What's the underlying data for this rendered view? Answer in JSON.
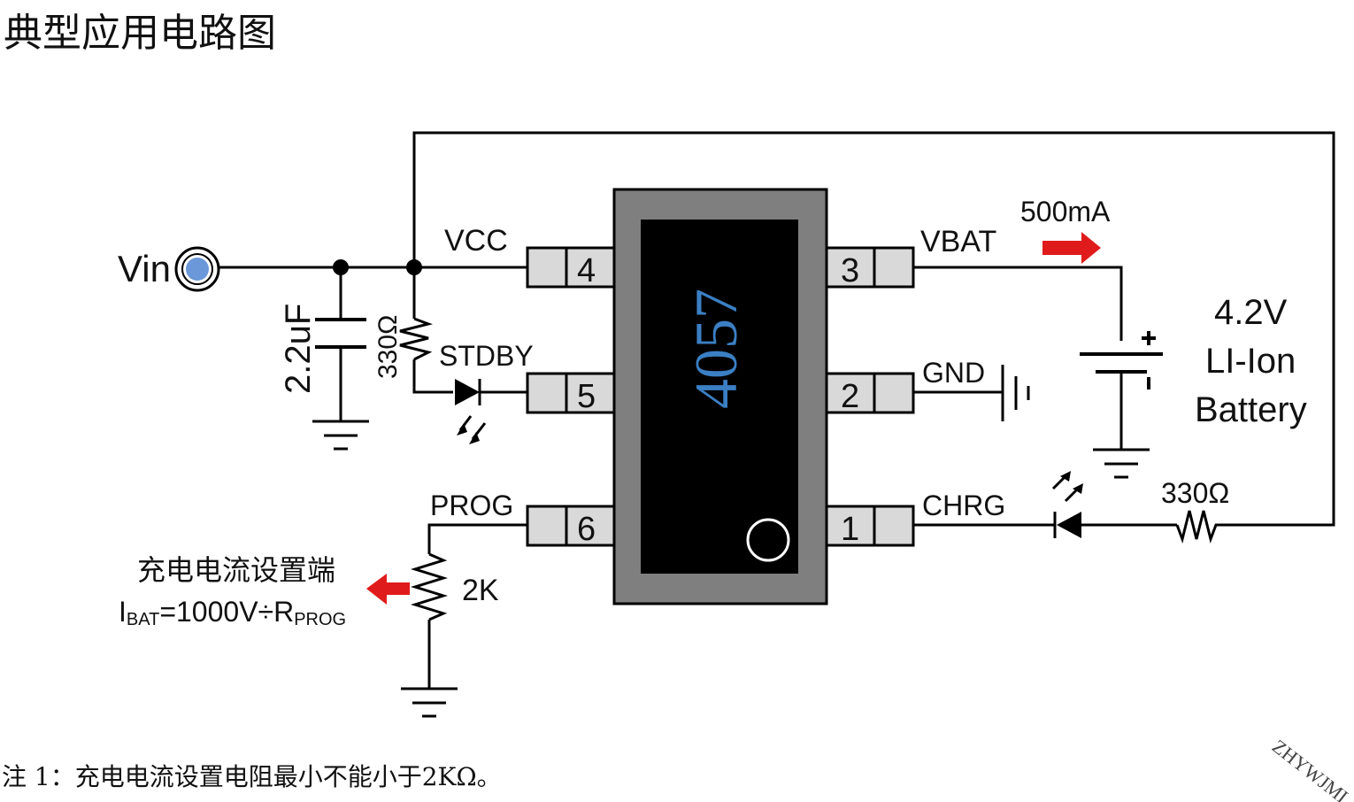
{
  "title": "典型应用电路图",
  "chip": {
    "name": "4057",
    "body_color": "#000000",
    "frame_color": "#7f7f7f",
    "name_color": "#3b7fc4"
  },
  "pins": {
    "p4": {
      "num": "4",
      "label": "VCC"
    },
    "p5": {
      "num": "5",
      "label": "STDBY"
    },
    "p6": {
      "num": "6",
      "label": "PROG"
    },
    "p3": {
      "num": "3",
      "label": "VBAT"
    },
    "p2": {
      "num": "2",
      "label": "GND"
    },
    "p1": {
      "num": "1",
      "label": "CHRG"
    }
  },
  "components": {
    "vin_label": "Vin",
    "capacitor": "2.2uF",
    "resistor_stdby": "330Ω",
    "resistor_prog": "2K",
    "resistor_chrg": "330Ω",
    "current": "500mA",
    "battery": {
      "line1": "4.2V",
      "line2": "LI-Ion",
      "line3": "Battery"
    }
  },
  "prog_note": {
    "title": "充电电流设置端",
    "formula_i": "I",
    "formula_i_sub": "BAT",
    "formula_mid": "=1000V÷R",
    "formula_r_sub": "PROG"
  },
  "footnote": "注  1：充电电流设置电阻最小不能小于2KΩ。",
  "watermark": "ZHYWJML",
  "colors": {
    "arrow": "#e01b1b",
    "terminal": "#6a98d8"
  }
}
